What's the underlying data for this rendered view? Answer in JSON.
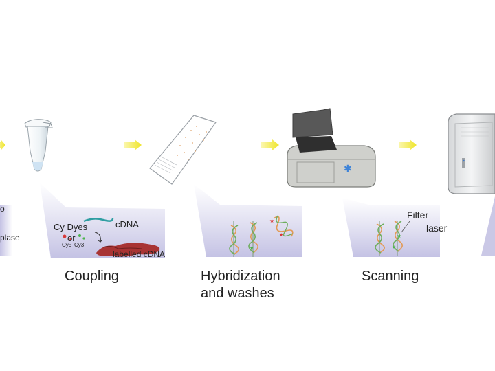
{
  "steps": [
    {
      "label": "Coupling"
    },
    {
      "label": "Hybridization",
      "label_line2": "and washes"
    },
    {
      "label": "Scanning"
    }
  ],
  "coupling_panel": {
    "cy_dyes": "Cy Dyes",
    "or": "or",
    "cy5": "Cy5",
    "cy3": "Cy3",
    "cdna": "cDNA",
    "labelled_cdna": "labelled cDNA"
  },
  "scanning_panel": {
    "filter": "Filter",
    "laser": "laser"
  },
  "left_panel": {
    "fragment_top": "o",
    "fragment_bottom": "plase"
  },
  "colors": {
    "arrow": "#f2ec3c",
    "panel": "#c9c7e6",
    "scanner_body": "#cfd0cc",
    "scanner_lid": "#555555",
    "labelled_cdna": "#a83434",
    "cdna_line": "#2f9ea2"
  },
  "icons": [
    "tube-icon",
    "slide-icon",
    "scanner-icon",
    "computer-icon",
    "flow-arrow-icon",
    "dna-helix-icon"
  ]
}
